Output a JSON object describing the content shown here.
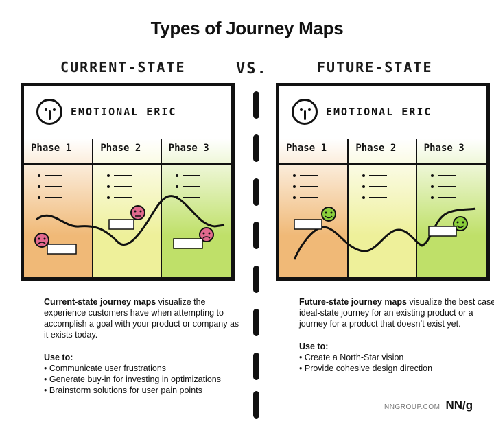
{
  "title": "Types of Journey Maps",
  "headers": {
    "current": "CURRENT-STATE",
    "vs": "VS.",
    "future": "FUTURE-STATE"
  },
  "colors": {
    "phase1": "#f0b977",
    "phase2": "#eef09a",
    "phase3": "#bfe069",
    "sad_face": "#e2698e",
    "happy_face": "#8bd03b"
  },
  "panels": [
    {
      "persona": "EMOTIONAL ERIC",
      "phases": [
        "Phase 1",
        "Phase 2",
        "Phase 3"
      ],
      "mood": "current",
      "emotion_icons": [
        "sad-face-icon",
        "sad-face-icon",
        "sad-face-icon"
      ]
    },
    {
      "persona": "EMOTIONAL ERIC",
      "phases": [
        "Phase 1",
        "Phase 2",
        "Phase 3"
      ],
      "mood": "future",
      "emotion_icons": [
        "happy-face-icon",
        "happy-face-icon"
      ]
    }
  ],
  "captions": {
    "current": {
      "bold": "Current-state journey maps",
      "text": " visualize the experience customers have when attempting to accomplish a goal with your product or company as it exists today.",
      "use_to": "Use to:",
      "items": [
        "Communicate user frustrations",
        "Generate buy-in for investing in optimizations",
        "Brainstorm solutions for user pain points"
      ]
    },
    "future": {
      "bold": "Future-state journey maps",
      "text": " visualize the best case, ideal-state journey for an existing product or a journey for a product that doesn’t exist yet.",
      "use_to": "Use to:",
      "items": [
        "Create a North-Star vision",
        "Provide cohesive design direction"
      ]
    }
  },
  "footer": {
    "url": "NNGROUP.COM",
    "logo": "NN/g"
  }
}
